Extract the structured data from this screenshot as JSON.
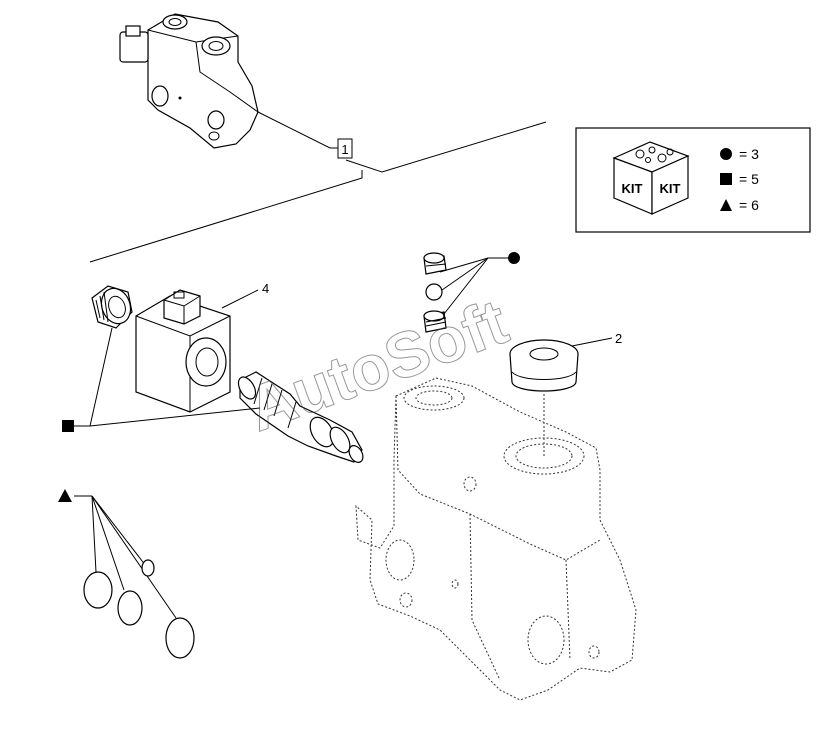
{
  "callouts": {
    "c1": "1",
    "c2": "2",
    "c4": "4"
  },
  "kit": {
    "label_left": "KIT",
    "label_right": "KIT",
    "legend": [
      {
        "symbol": "circle",
        "text": "= 3"
      },
      {
        "symbol": "square",
        "text": "= 5"
      },
      {
        "symbol": "triangle",
        "text": "= 6"
      }
    ]
  },
  "watermark": "AutoSoft"
}
